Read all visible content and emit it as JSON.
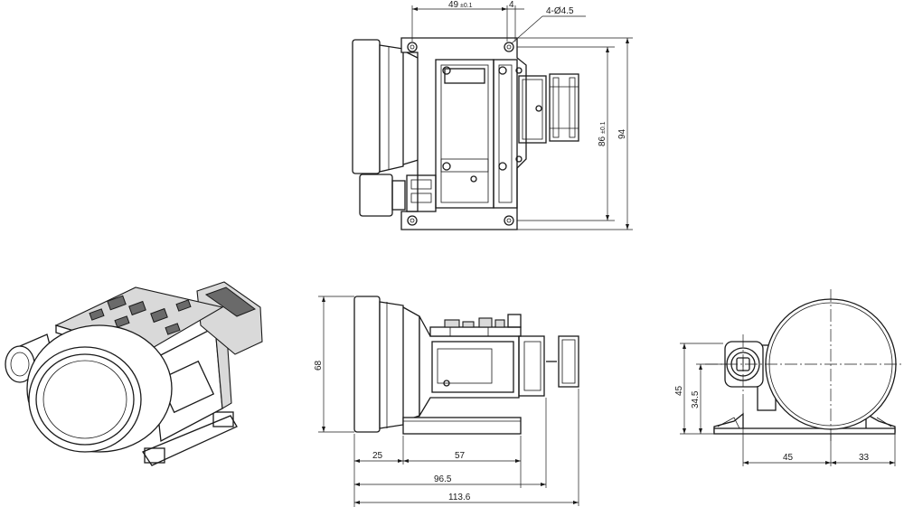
{
  "top_view": {
    "dim_width_main": "49",
    "dim_width_tol": "±0.1",
    "dim_small": "4",
    "dim_holes": "4-Ø4.5",
    "dim_height_main": "86",
    "dim_height_tol": "±0.1",
    "dim_height_total": "94"
  },
  "side_view": {
    "dim_height": "68",
    "dim_lens": "25",
    "dim_base": "57",
    "dim_body_len": "96.5",
    "dim_total_len": "113.6"
  },
  "front_view": {
    "dim_axis_height": "45",
    "dim_port_height": "34.5",
    "dim_left": "45",
    "dim_right": "33"
  }
}
